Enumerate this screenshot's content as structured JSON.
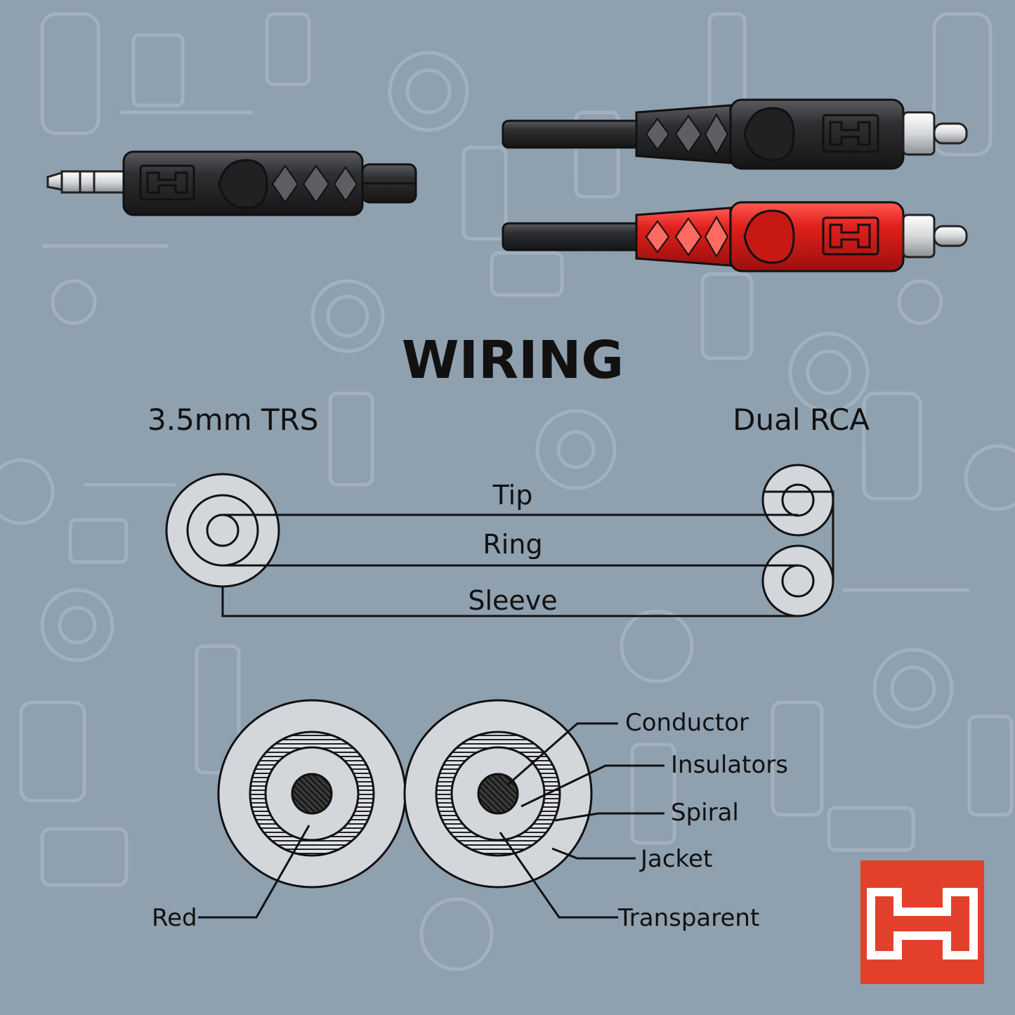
{
  "title": "WIRING",
  "wiring": {
    "left_label": "3.5mm TRS",
    "right_label": "Dual RCA",
    "wires": [
      "Tip",
      "Ring",
      "Sleeve"
    ]
  },
  "cross_section": {
    "left_labels": [
      "Red"
    ],
    "right_labels": [
      "Conductor",
      "Insulators",
      "Spiral",
      "Jacket",
      "Transparent"
    ]
  },
  "colors": {
    "background": "#8fa0af",
    "plug_black": "#2e2f31",
    "plug_red": "#e0201c",
    "logo_badge": "#e3402b",
    "diagram_fill": "#d3d7dc"
  },
  "icons": {
    "trs_plug": "3.5mm-trs-plug-icon",
    "rca_plug_black": "rca-plug-black-icon",
    "rca_plug_red": "rca-plug-red-icon",
    "brand_logo": "hosa-h-logo-icon"
  }
}
